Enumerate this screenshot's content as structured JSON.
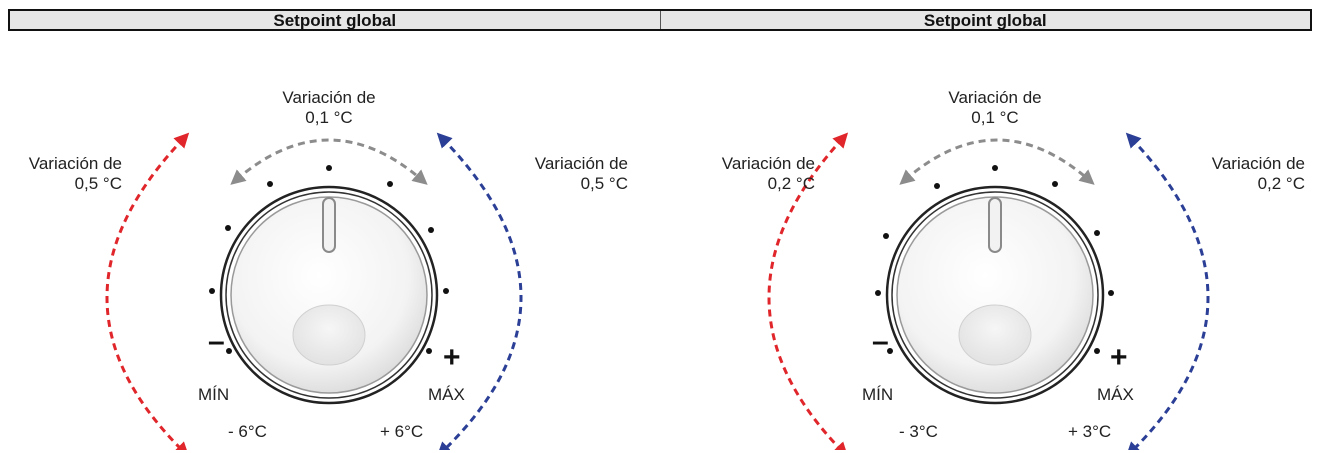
{
  "headers": [
    "Setpoint global",
    "Setpoint global"
  ],
  "panels": [
    {
      "top_variation_line1": "Variación de",
      "top_variation_line2": "0,1 °C",
      "left_variation_line1": "Variación de",
      "left_variation_line2": "0,5 °C",
      "right_variation_line1": "Variación de",
      "right_variation_line2": "0,5 °C",
      "min_label": "MÍN",
      "max_label": "MÁX",
      "min_sign": "–",
      "max_sign": "+",
      "min_value": "- 6°C",
      "max_value": "+ 6°C"
    },
    {
      "top_variation_line1": "Variación de",
      "top_variation_line2": "0,1 °C",
      "left_variation_line1": "Variación de",
      "left_variation_line2": "0,2 °C",
      "right_variation_line1": "Variación de",
      "right_variation_line2": "0,2 °C",
      "min_label": "MÍN",
      "max_label": "MÁX",
      "min_sign": "–",
      "max_sign": "+",
      "min_value": "- 3°C",
      "max_value": "+ 3°C"
    }
  ],
  "colors": {
    "decrease_arrow": "#e0262b",
    "increase_arrow": "#2b3f96",
    "fine_arrow": "#8c8c8c"
  }
}
